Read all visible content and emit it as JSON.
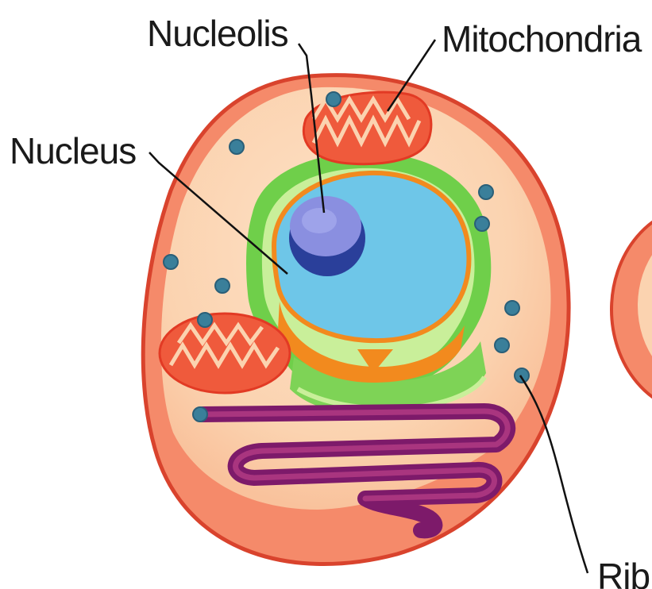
{
  "labels": {
    "nucleolis": "Nucleolis",
    "mitochondria": "Mitochondria",
    "nucleus": "Nucleus",
    "ribosome_partial": "Rib"
  },
  "colors": {
    "cell_membrane": "#e0503a",
    "cytoplasm": "#fbd5b5",
    "outer_rim": "#f58a6a",
    "nucleus": "#6ec6e8",
    "nucleolus": "#8a8fe0",
    "nucleolus_dark": "#2a3f9a",
    "nuclear_envelope": "#6fcf4a",
    "golgi_orange": "#f28a1e",
    "mitochondria": "#ef5a3c",
    "er_purple": "#7d1a6a",
    "ribosome": "#3a7f9a"
  }
}
